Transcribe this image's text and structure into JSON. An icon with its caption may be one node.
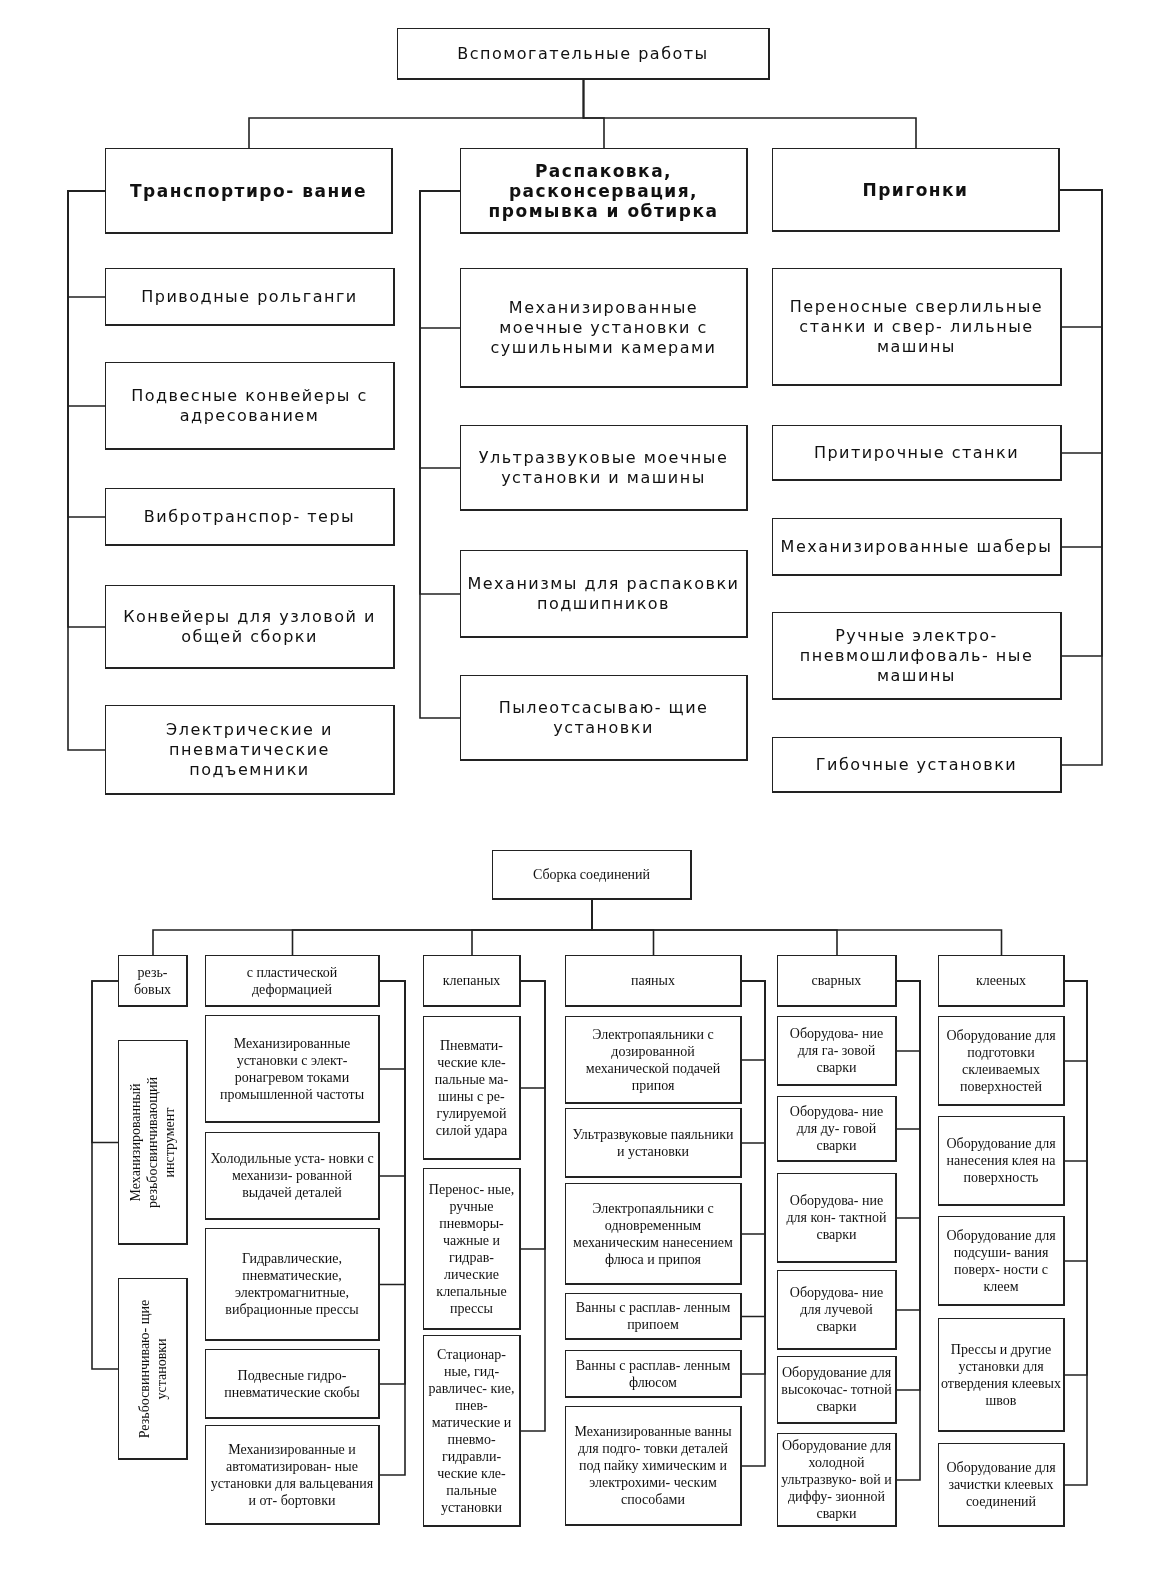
{
  "diagram": {
    "nodes": [
      {
        "text": [
          "Вспомогательные работы"
        ]
      },
      {
        "text": [
          "Транспортиро- вание"
        ]
      },
      {
        "text": [
          "Распаковка, расконсервация, промывка и обтирка"
        ]
      },
      {
        "text": [
          "Пригонки"
        ]
      },
      {
        "text": [
          "Приводные рольганги"
        ]
      },
      {
        "text": [
          "Подвесные конвейеры с адресованием"
        ]
      },
      {
        "text": [
          "Вибротранспор- теры"
        ]
      },
      {
        "text": [
          "Конвейеры для узловой и общей сборки"
        ]
      },
      {
        "text": [
          "Электрические и пневматические подъемники"
        ]
      },
      {
        "text": [
          "Механизированные моечные установки с сушильными камерами"
        ]
      },
      {
        "text": [
          "Ультразвуковые моечные установки и машины"
        ]
      },
      {
        "text": [
          "Механизмы для распаковки подшипников"
        ]
      },
      {
        "text": [
          "Пылеотсасываю- щие установки"
        ]
      },
      {
        "text": [
          "Переносные сверлильные станки и свер- лильные машины"
        ]
      },
      {
        "text": [
          "Притирочные станки"
        ]
      },
      {
        "text": [
          "Механизированные шаберы"
        ]
      },
      {
        "text": [
          "Ручные электро- пневмошлифоваль- ные машины"
        ]
      },
      {
        "text": [
          "Гибочные установки"
        ]
      },
      {
        "text": [
          "Сборка соединений"
        ]
      },
      {
        "text": [
          "резь- бовых"
        ]
      },
      {
        "text": [
          "с пластической деформацией"
        ]
      },
      {
        "text": [
          "клепаных"
        ]
      },
      {
        "text": [
          "паяных"
        ]
      },
      {
        "text": [
          "сварных"
        ]
      },
      {
        "text": [
          "клееных"
        ]
      },
      {
        "text": [
          "Механизированный резьбосвинчивающий инструмент"
        ]
      },
      {
        "text": [
          "Резьбосвинчиваю- щие установки"
        ]
      },
      {
        "text": [
          "Механизированные установки с элект- ронагревом токами промышленной частоты"
        ]
      },
      {
        "text": [
          "Холодильные уста- новки с механизи- рованной выдачей деталей"
        ]
      },
      {
        "text": [
          "Гидравлические, пневматические, электромагнитные, вибрационные прессы"
        ]
      },
      {
        "text": [
          "Подвесные гидро- пневматические скобы"
        ]
      },
      {
        "text": [
          "Механизированные и автоматизирован- ные установки для вальцевания и от- бортовки"
        ]
      },
      {
        "text": [
          "Пневмати- ческие кле- пальные ма- шины с ре- гулируемой силой удара"
        ]
      },
      {
        "text": [
          "Перенос- ные, ручные пневморы- чажные и гидрав- лические клепальные прессы"
        ]
      },
      {
        "text": [
          "Стационар- ные, гид- равличес- кие, пнев- матические и пневмо- гидравли- ческие кле- пальные установки"
        ]
      },
      {
        "text": [
          "Электропаяльники с дозированной механической подачей припоя"
        ]
      },
      {
        "text": [
          "Ультразвуковые паяльники и установки"
        ]
      },
      {
        "text": [
          "Электропаяльники с одновременным механическим нанесением флюса и припоя"
        ]
      },
      {
        "text": [
          "Ванны с расплав- ленным припоем"
        ]
      },
      {
        "text": [
          "Ванны с расплав- ленным флюсом"
        ]
      },
      {
        "text": [
          "Механизированные ванны для подго- товки деталей под пайку химическим и электрохими- ческим способами"
        ]
      },
      {
        "text": [
          "Оборудова- ние для га- зовой сварки"
        ]
      },
      {
        "text": [
          "Оборудова- ние для ду- говой сварки"
        ]
      },
      {
        "text": [
          "Оборудова- ние для кон- тактной сварки"
        ]
      },
      {
        "text": [
          "Оборудова- ние для лучевой сварки"
        ]
      },
      {
        "text": [
          "Оборудование для высокочас- тотной сварки"
        ]
      },
      {
        "text": [
          "Оборудование для холодной ультразвуко- вой и диффу- зионной сварки"
        ]
      },
      {
        "text": [
          "Оборудование для подготовки склеиваемых поверхностей"
        ]
      },
      {
        "text": [
          "Оборудование для нанесения клея на поверхность"
        ]
      },
      {
        "text": [
          "Оборудование для подсуши- вания поверх- ности с клеем"
        ]
      },
      {
        "text": [
          "Прессы и другие установки для отвердения клеевых швов"
        ]
      },
      {
        "text": [
          "Оборудование для зачистки клеевых соединений"
        ]
      }
    ],
    "edges": [
      {
        "from": 0,
        "to": 1,
        "arrow": "none"
      },
      {
        "from": 0,
        "to": 2,
        "arrow": "none"
      },
      {
        "from": 0,
        "to": 3,
        "arrow": "none"
      },
      {
        "from": 1,
        "to": 4,
        "arrow": "none"
      },
      {
        "from": 1,
        "to": 5,
        "arrow": "none"
      },
      {
        "from": 1,
        "to": 6,
        "arrow": "none"
      },
      {
        "from": 1,
        "to": 7,
        "arrow": "none"
      },
      {
        "from": 1,
        "to": 8,
        "arrow": "none"
      },
      {
        "from": 2,
        "to": 9,
        "arrow": "none"
      },
      {
        "from": 2,
        "to": 10,
        "arrow": "none"
      },
      {
        "from": 2,
        "to": 11,
        "arrow": "none"
      },
      {
        "from": 2,
        "to": 12,
        "arrow": "none"
      },
      {
        "from": 3,
        "to": 13,
        "arrow": "none"
      },
      {
        "from": 3,
        "to": 14,
        "arrow": "none"
      },
      {
        "from": 3,
        "to": 15,
        "arrow": "none"
      },
      {
        "from": 3,
        "to": 16,
        "arrow": "none"
      },
      {
        "from": 3,
        "to": 17,
        "arrow": "none"
      },
      {
        "from": 18,
        "to": 19,
        "arrow": "none"
      },
      {
        "from": 18,
        "to": 20,
        "arrow": "none"
      },
      {
        "from": 18,
        "to": 21,
        "arrow": "none"
      },
      {
        "from": 18,
        "to": 22,
        "arrow": "none"
      },
      {
        "from": 18,
        "to": 23,
        "arrow": "none"
      },
      {
        "from": 18,
        "to": 24,
        "arrow": "none"
      },
      {
        "from": 19,
        "to": 25,
        "arrow": "none"
      },
      {
        "from": 19,
        "to": 26,
        "arrow": "none"
      },
      {
        "from": 20,
        "to": 27,
        "arrow": "none"
      },
      {
        "from": 20,
        "to": 28,
        "arrow": "none"
      },
      {
        "from": 20,
        "to": 29,
        "arrow": "none"
      },
      {
        "from": 20,
        "to": 30,
        "arrow": "none"
      },
      {
        "from": 20,
        "to": 31,
        "arrow": "none"
      },
      {
        "from": 21,
        "to": 32,
        "arrow": "none"
      },
      {
        "from": 21,
        "to": 33,
        "arrow": "none"
      },
      {
        "from": 21,
        "to": 34,
        "arrow": "none"
      },
      {
        "from": 22,
        "to": 35,
        "arrow": "none"
      },
      {
        "from": 22,
        "to": 36,
        "arrow": "none"
      },
      {
        "from": 22,
        "to": 37,
        "arrow": "none"
      },
      {
        "from": 22,
        "to": 38,
        "arrow": "none"
      },
      {
        "from": 22,
        "to": 39,
        "arrow": "none"
      },
      {
        "from": 22,
        "to": 40,
        "arrow": "none"
      },
      {
        "from": 23,
        "to": 41,
        "arrow": "none"
      },
      {
        "from": 23,
        "to": 42,
        "arrow": "none"
      },
      {
        "from": 23,
        "to": 43,
        "arrow": "none"
      },
      {
        "from": 23,
        "to": 44,
        "arrow": "none"
      },
      {
        "from": 23,
        "to": 45,
        "arrow": "none"
      },
      {
        "from": 23,
        "to": 46,
        "arrow": "none"
      },
      {
        "from": 24,
        "to": 47,
        "arrow": "none"
      },
      {
        "from": 24,
        "to": 48,
        "arrow": "none"
      },
      {
        "from": 24,
        "to": 49,
        "arrow": "none"
      },
      {
        "from": 24,
        "to": 50,
        "arrow": "none"
      },
      {
        "from": 24,
        "to": 51,
        "arrow": "none"
      }
    ]
  }
}
